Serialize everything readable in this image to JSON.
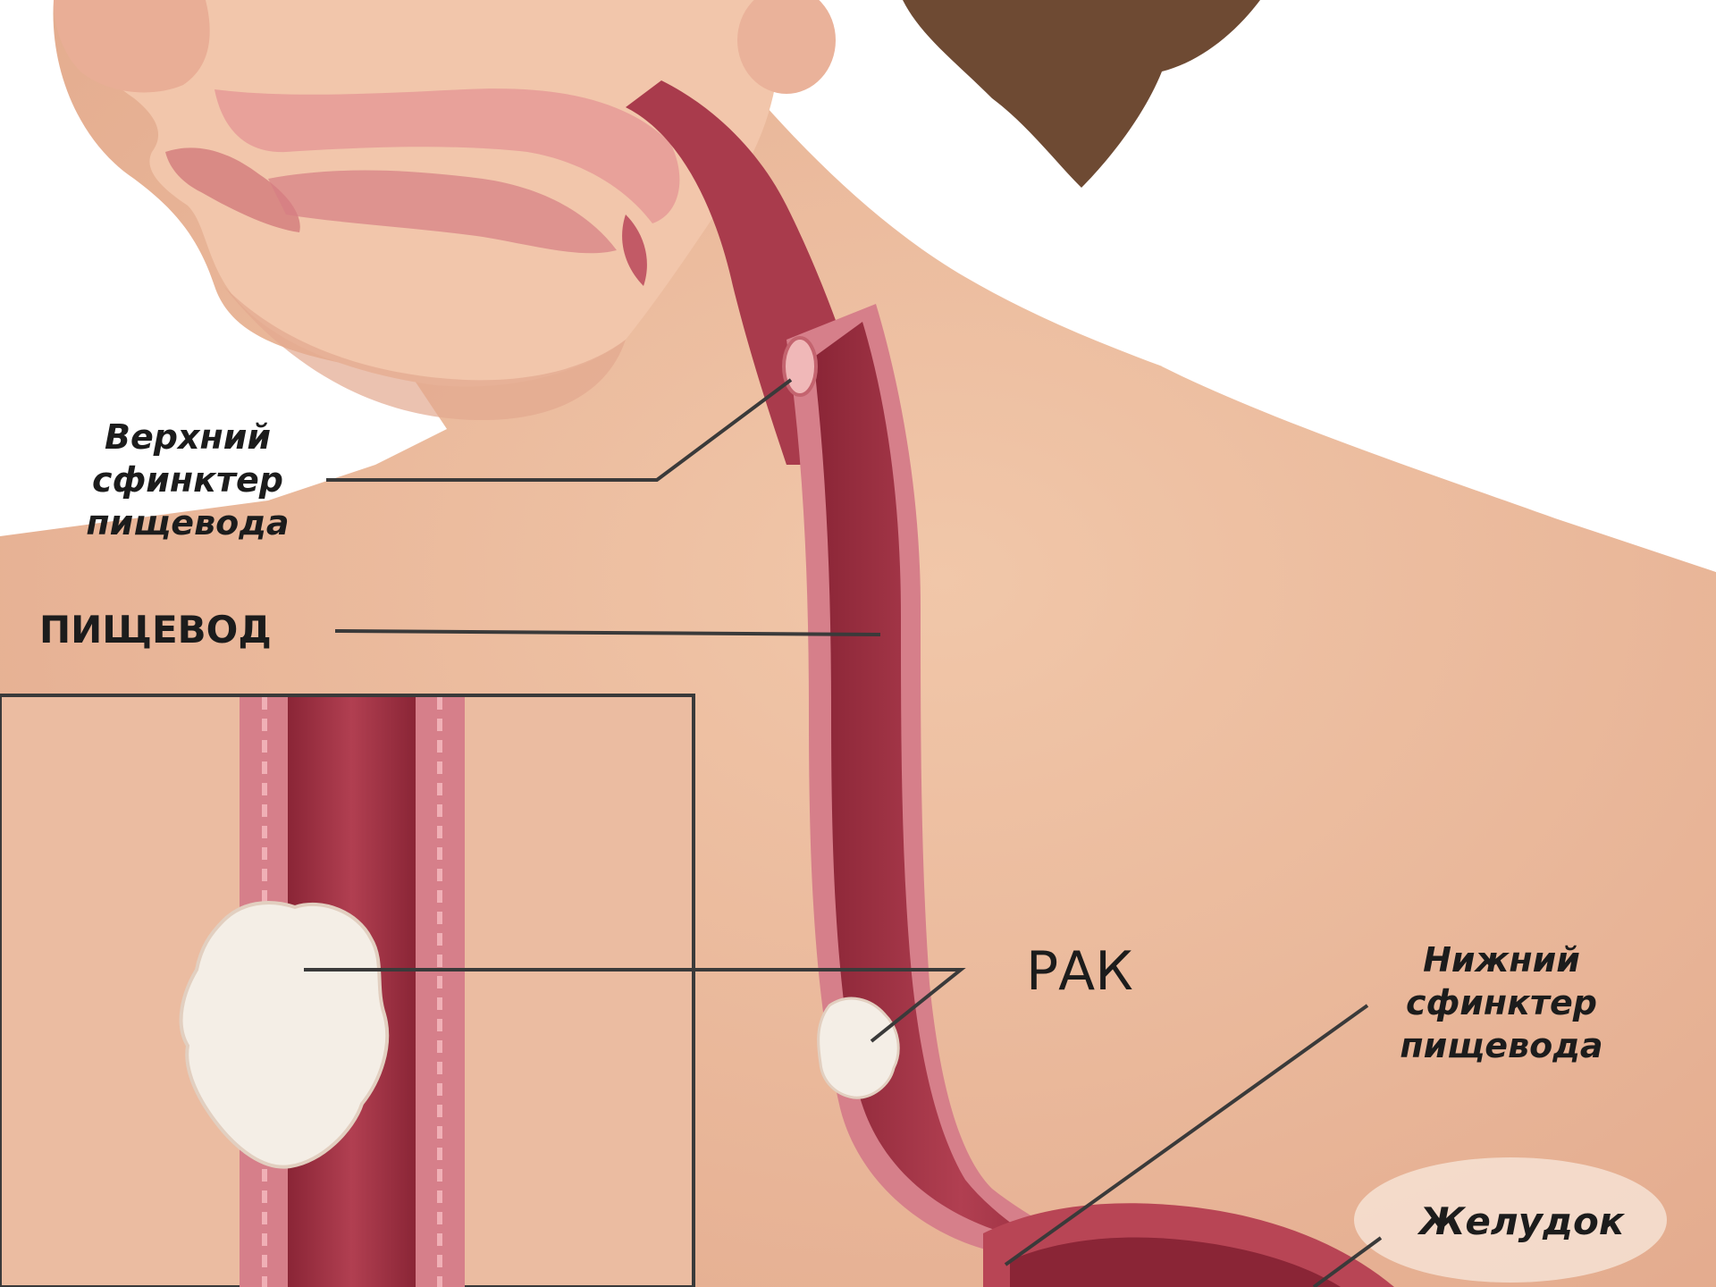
{
  "labels": {
    "upper_sphincter": [
      "Верхний",
      "сфинктер",
      "пищевода"
    ],
    "esophagus": "ПИЩЕВОД",
    "cancer": "РАК",
    "lower_sphincter": [
      "Нижний",
      "сфинктер",
      "пищевода"
    ],
    "stomach": "Желудок"
  },
  "colors": {
    "skin": "#f0c4a6",
    "skin_shadow": "#e2a98e",
    "hair": "#6e4a33",
    "esophagus_wall": "#d67f8a",
    "esophagus_lumen": "#9b2f3f",
    "tumor": "#f4eee6",
    "leader_line": "#3a3a3a"
  }
}
